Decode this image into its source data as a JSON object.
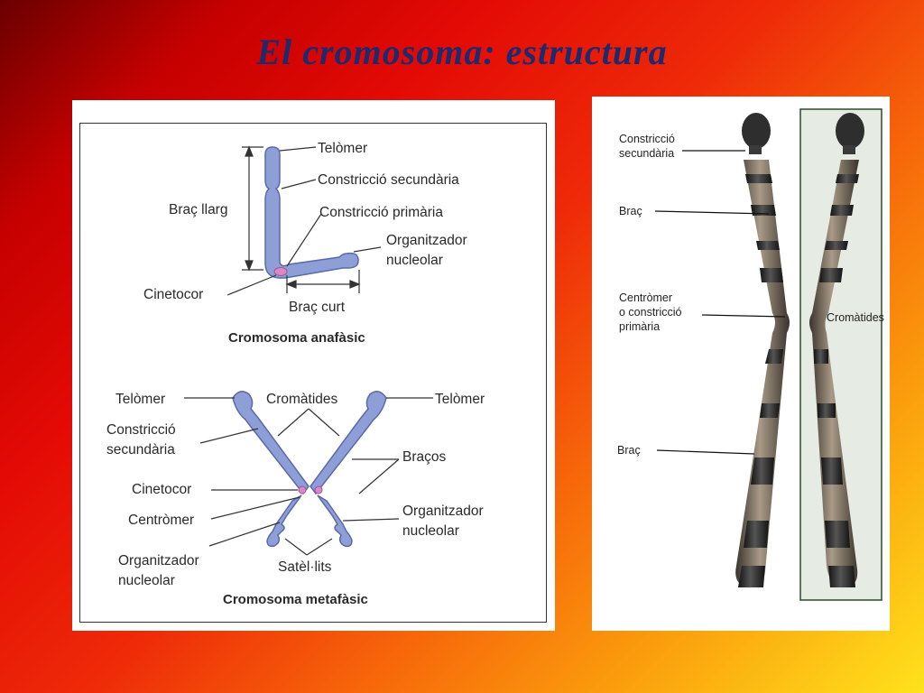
{
  "title": "El cromosoma: estructura",
  "anaphase": {
    "telomer": "Telòmer",
    "constriccio_secundaria": "Constricció secundària",
    "brac_llarg": "Braç llarg",
    "constriccio_primaria": "Constricció primària",
    "organitzador_line1": "Organitzador",
    "organitzador_line2": "nucleolar",
    "cinetocor": "Cinetocor",
    "brac_curt": "Braç curt",
    "caption": "Cromosoma anafàsic"
  },
  "metaphase": {
    "telomer_left": "Telòmer",
    "cromatides": "Cromàtides",
    "telomer_right": "Telòmer",
    "constriccio_line1": "Constricció",
    "constriccio_line2": "secundària",
    "bracos": "Braços",
    "cinetocor": "Cinetocor",
    "centromer": "Centròmer",
    "organitzador_right_line1": "Organitzador",
    "organitzador_right_line2": "nucleolar",
    "organitzador_left_line1": "Organitzador",
    "organitzador_left_line2": "nucleolar",
    "satellits": "Satèl·lits",
    "caption": "Cromosoma metafàsic"
  },
  "photo": {
    "constriccio_line1": "Constricció",
    "constriccio_line2": "secundària",
    "brac_top": "Braç",
    "centromer_line1": "Centròmer",
    "centromer_line2": "o constricció",
    "centromer_line3": "primària",
    "cromatides": "Cromàtides",
    "brac_bottom": "Braç"
  },
  "colors": {
    "chromosome_fill": "#8e9ed6",
    "chromosome_stroke": "#5a6aa8",
    "kinetochore": "#d98ac4",
    "title": "#1e2a6e"
  }
}
